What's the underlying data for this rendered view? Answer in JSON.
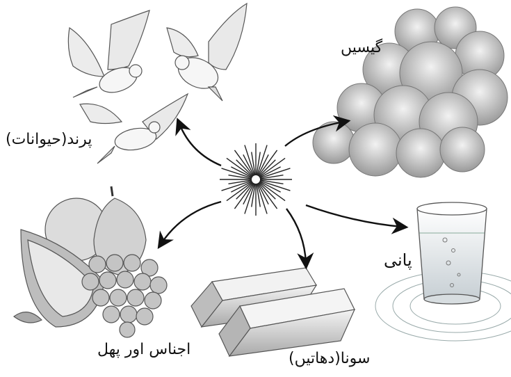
{
  "labels": {
    "birds": "پرند(حیوانات)",
    "gases": "گیسیں",
    "food": "اجناس اور پھل",
    "gold": "سونا(دھاتیں)",
    "water": "پانی"
  },
  "colors": {
    "ink": "#111111",
    "sketch": "#6f6f6f",
    "cloud": "#8a8a8a",
    "gold": "#c9c9c9",
    "water": "#bcc6cc"
  },
  "icons": [
    "birds-illustration",
    "clouds-illustration",
    "sun-burst-icon",
    "fruits-illustration",
    "gold-bars-illustration",
    "water-glass-illustration"
  ]
}
